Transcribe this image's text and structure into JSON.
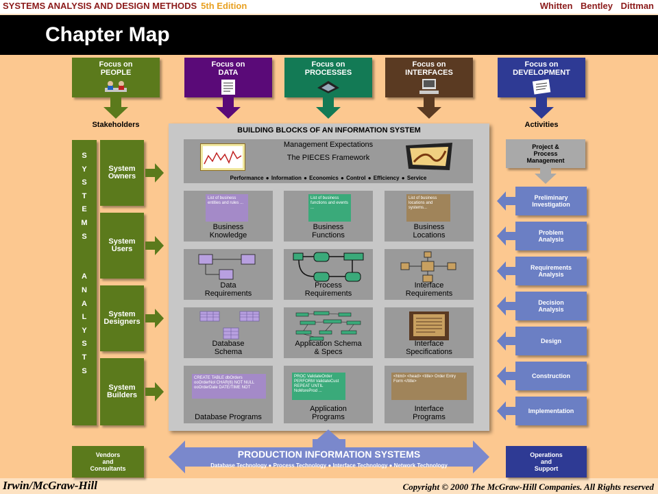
{
  "header": {
    "course": "SYSTEMS ANALYSIS AND DESIGN METHODS",
    "edition": "5th Edition",
    "authors": "Whitten   Bentley   Dittman"
  },
  "title": "Chapter Map",
  "footer": {
    "publisher": "Irwin/McGraw-Hill",
    "copyright": "Copyright © 2000 The McGraw-Hill Companies. All Rights reserved"
  },
  "colors": {
    "people": "#5b7a1c",
    "data": "#5a0a78",
    "processes": "#137a55",
    "interfaces": "#5a3a22",
    "development": "#2e3a94",
    "activity": "#6b7fc4",
    "background": "#fcc890"
  },
  "focus": [
    {
      "line1": "Focus on",
      "line2": "PEOPLE",
      "icon": "people-meeting-icon"
    },
    {
      "line1": "Focus on",
      "line2": "DATA",
      "icon": "data-document-icon"
    },
    {
      "line1": "Focus on",
      "line2": "PROCESSES",
      "icon": "process-chip-icon"
    },
    {
      "line1": "Focus on",
      "line2": "INTERFACES",
      "icon": "computer-terminal-icon"
    },
    {
      "line1": "Focus on",
      "line2": "DEVELOPMENT",
      "icon": "development-document-icon"
    }
  ],
  "stakeholders_label": "Stakeholders",
  "activities_label": "Activities",
  "systems_analysts_letters": [
    "S",
    "Y",
    "S",
    "T",
    "E",
    "M",
    "S",
    "",
    "",
    "A",
    "N",
    "A",
    "L",
    "Y",
    "S",
    "T",
    "S"
  ],
  "stakeholders": [
    {
      "line1": "System",
      "line2": "Owners"
    },
    {
      "line1": "System",
      "line2": "Users"
    },
    {
      "line1": "System",
      "line2": "Designers"
    },
    {
      "line1": "System",
      "line2": "Builders"
    }
  ],
  "building_blocks": {
    "title": "BUILDING BLOCKS OF AN INFORMATION SYSTEM",
    "pieces_line1": "Management Expectations",
    "pieces_line2": "The PIECES Framework",
    "pieces_categories": "Performance  ●  Information  ●  Economics  ●  Control  ●  Efficiency  ●  Service",
    "cells": [
      {
        "caption1": "Business",
        "caption2": "Knowledge",
        "note": "List of business entities and rules ..."
      },
      {
        "caption1": "Business",
        "caption2": "Functions",
        "note": "List of business functions and events ..."
      },
      {
        "caption1": "Business",
        "caption2": "Locations",
        "note": "List of business locations and systems..."
      },
      {
        "caption1": "Data",
        "caption2": "Requirements"
      },
      {
        "caption1": "Process",
        "caption2": "Requirements"
      },
      {
        "caption1": "Interface",
        "caption2": "Requirements"
      },
      {
        "caption1": "Database",
        "caption2": "Schema"
      },
      {
        "caption1": "Application Schema",
        "caption2": "& Specs"
      },
      {
        "caption1": "Interface",
        "caption2": "Specifications"
      },
      {
        "caption1": "Database Programs",
        "caption2": "",
        "note": "CREATE TABLE dbOrders  ooOrderNol CHAR(6) NOT NULL  ooOrderDate DATE/TIME NOT"
      },
      {
        "caption1": "Application",
        "caption2": "Programs",
        "note": "PROC ValidateOrder  PERFORM ValidateCust  REPEAT UNTIL  NoMoreProd ..."
      },
      {
        "caption1": "Interface",
        "caption2": "Programs",
        "note": "<html>  <head>  <title> Order Entry Form </title>"
      }
    ]
  },
  "activities": [
    {
      "line1": "Project &",
      "line2": "Process",
      "line3": "Management"
    },
    {
      "line1": "Preliminary",
      "line2": "Investigation",
      "line3": ""
    },
    {
      "line1": "Problem",
      "line2": "Analysis",
      "line3": ""
    },
    {
      "line1": "Requirements",
      "line2": "Analysis",
      "line3": ""
    },
    {
      "line1": "Decision",
      "line2": "Analysis",
      "line3": ""
    },
    {
      "line1": "Design",
      "line2": "",
      "line3": ""
    },
    {
      "line1": "Construction",
      "line2": "",
      "line3": ""
    },
    {
      "line1": "Implementation",
      "line2": "",
      "line3": ""
    }
  ],
  "vendors": {
    "line1": "Vendors",
    "line2": "and",
    "line3": "Consultants"
  },
  "operations": {
    "line1": "Operations",
    "line2": "and",
    "line3": "Support"
  },
  "production": {
    "title": "PRODUCTION INFORMATION SYSTEMS",
    "subtitle": "Database Technology ● Process Technology ● Interface Technology ● Network Technology"
  }
}
